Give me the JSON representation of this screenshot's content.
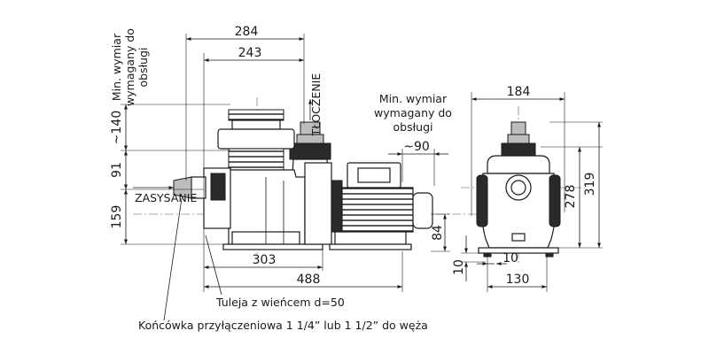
{
  "dimensions": {
    "d284": "284",
    "d243": "243",
    "d140": "~140",
    "d91": "91",
    "d159": "159",
    "d303": "303",
    "d488": "488",
    "d90": "~90",
    "d184": "184",
    "d278": "278",
    "d319": "319",
    "d84": "84",
    "d10a": "10",
    "d10b": "10",
    "d130": "130"
  },
  "labels": {
    "discharge": "TŁOCZENIE",
    "suction": "ZASYSANIE",
    "min_service_left": [
      "Min. wymiar",
      "wymagany do",
      "obsługi"
    ],
    "min_service_right": [
      "Min. wymiar",
      "wymagany do",
      "obsługi"
    ],
    "sleeve": "Tuleja z wieńcem d=50",
    "connector": "Końcówka przyłączeniowa 1 1/4” lub 1 1/2” do węża"
  }
}
